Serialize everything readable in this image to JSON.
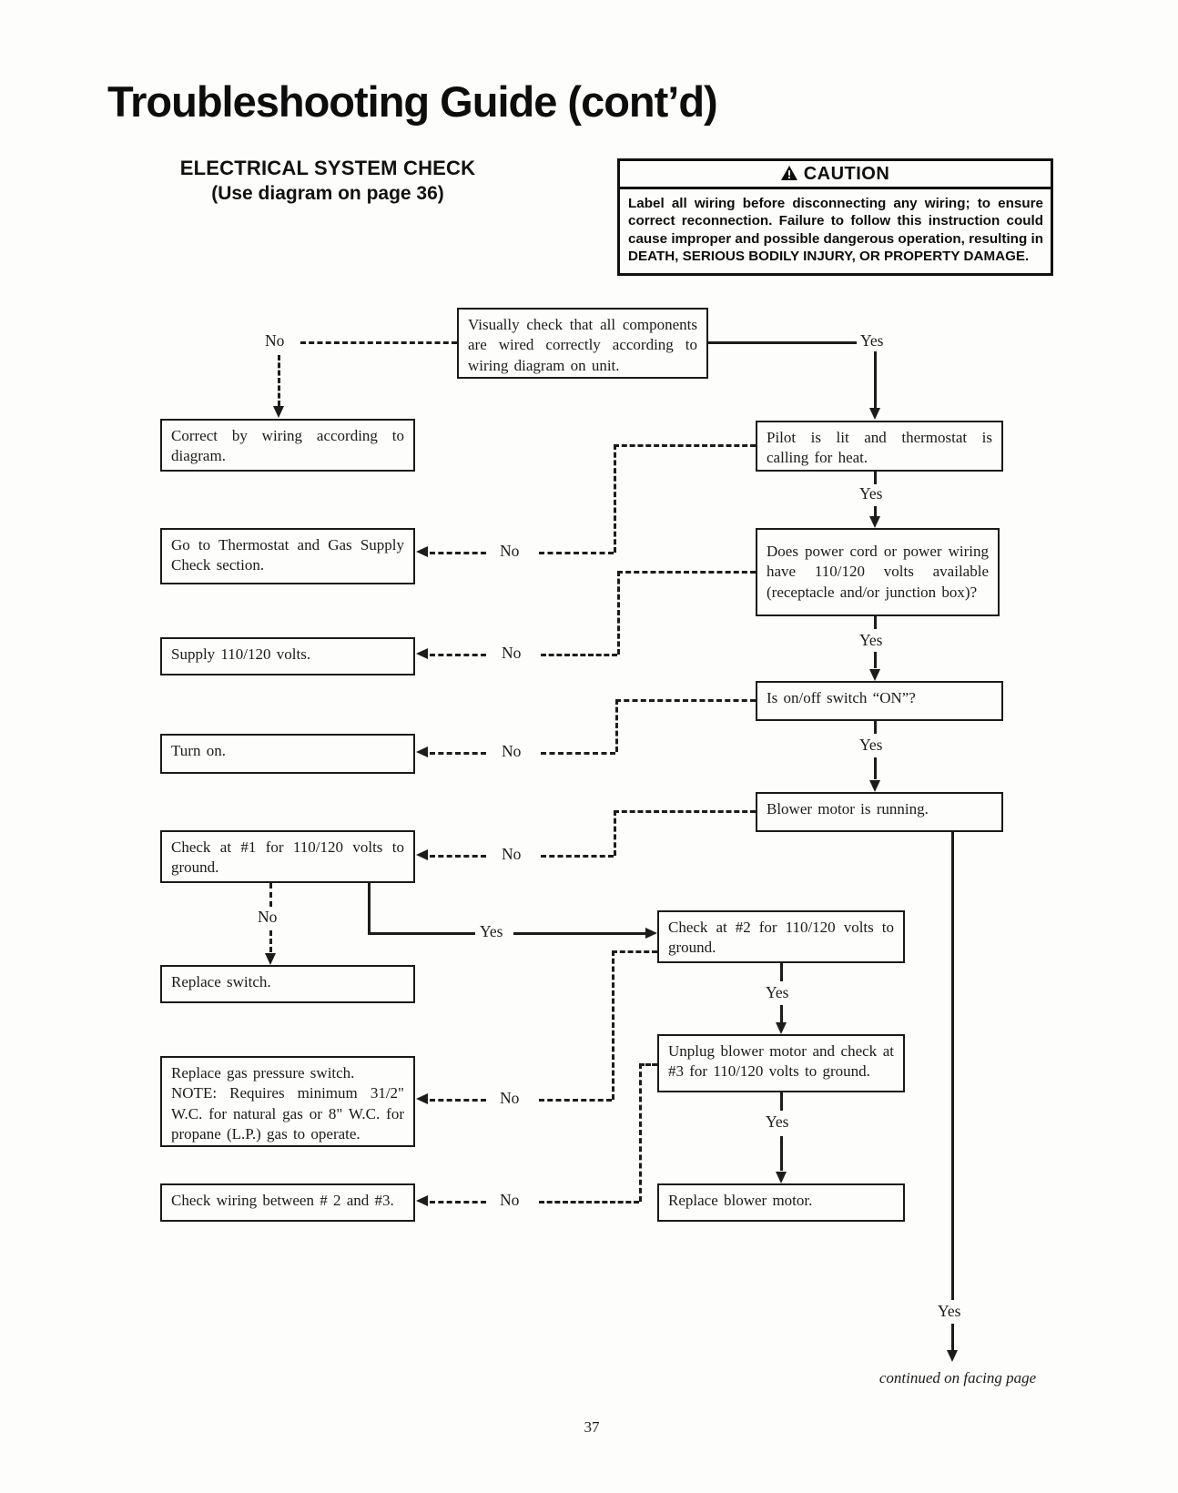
{
  "page": {
    "title": "Troubleshooting Guide (cont’d)",
    "page_number": "37",
    "continued_note": "continued on facing page"
  },
  "section": {
    "heading": "ELECTRICAL SYSTEM CHECK",
    "subheading": "(Use diagram on page 36)"
  },
  "caution": {
    "icon": "caution-triangle-icon",
    "title": "CAUTION",
    "body": "Label all wiring before disconnecting any wiring; to ensure correct reconnection. Failure to follow this instruction could cause improper and possible dangerous operation, resulting in DEATH, SERIOUS BODILY INJURY, OR PROPERTY DAMAGE."
  },
  "flowchart": {
    "labels": {
      "yes": "Yes",
      "no": "No"
    },
    "nodes": {
      "visual_check": "Visually check that all components are wired correctly according to wiring diagram on unit.",
      "correct_wiring": "Correct by wiring according to diagram.",
      "pilot_lit": "Pilot is lit and thermostat is calling for heat.",
      "go_thermostat": "Go to Thermostat and Gas Supply Check section.",
      "power_volts": "Does power cord or power wiring have 110/120 volts available (receptacle and/or junction box)?",
      "supply_volts": "Supply 110/120 volts.",
      "switch_on": "Is on/off switch “ON”?",
      "turn_on": "Turn on.",
      "blower_running": "Blower motor is running.",
      "check_1": "Check at #1 for 110/120 volts to ground.",
      "replace_switch": "Replace switch.",
      "check_2": "Check at #2 for 110/120 volts to ground.",
      "replace_gas_switch": "Replace gas pressure switch.\nNOTE: Requires minimum 31/2\" W.C. for natural gas or 8\" W.C. for propane (L.P.) gas to operate.",
      "unplug_blower": "Unplug blower motor and check at #3 for 110/120 volts to ground.",
      "check_wiring_2_3": "Check wiring between # 2 and #3.",
      "replace_blower": "Replace blower motor."
    },
    "edges": [
      {
        "from": "visual_check",
        "to": "correct_wiring",
        "label": "No"
      },
      {
        "from": "visual_check",
        "to": "pilot_lit",
        "label": "Yes"
      },
      {
        "from": "pilot_lit",
        "to": "go_thermostat",
        "label": "No"
      },
      {
        "from": "pilot_lit",
        "to": "power_volts",
        "label": "Yes"
      },
      {
        "from": "power_volts",
        "to": "supply_volts",
        "label": "No"
      },
      {
        "from": "power_volts",
        "to": "switch_on",
        "label": "Yes"
      },
      {
        "from": "switch_on",
        "to": "turn_on",
        "label": "No"
      },
      {
        "from": "switch_on",
        "to": "blower_running",
        "label": "Yes"
      },
      {
        "from": "blower_running",
        "to": "check_1",
        "label": "No"
      },
      {
        "from": "blower_running",
        "to": "continued_on_facing_page",
        "label": "Yes"
      },
      {
        "from": "check_1",
        "to": "replace_switch",
        "label": "No"
      },
      {
        "from": "check_1",
        "to": "check_2",
        "label": "Yes"
      },
      {
        "from": "check_2",
        "to": "replace_gas_switch",
        "label": "No"
      },
      {
        "from": "check_2",
        "to": "unplug_blower",
        "label": "Yes"
      },
      {
        "from": "unplug_blower",
        "to": "check_wiring_2_3",
        "label": "No"
      },
      {
        "from": "unplug_blower",
        "to": "replace_blower",
        "label": "Yes"
      }
    ]
  }
}
